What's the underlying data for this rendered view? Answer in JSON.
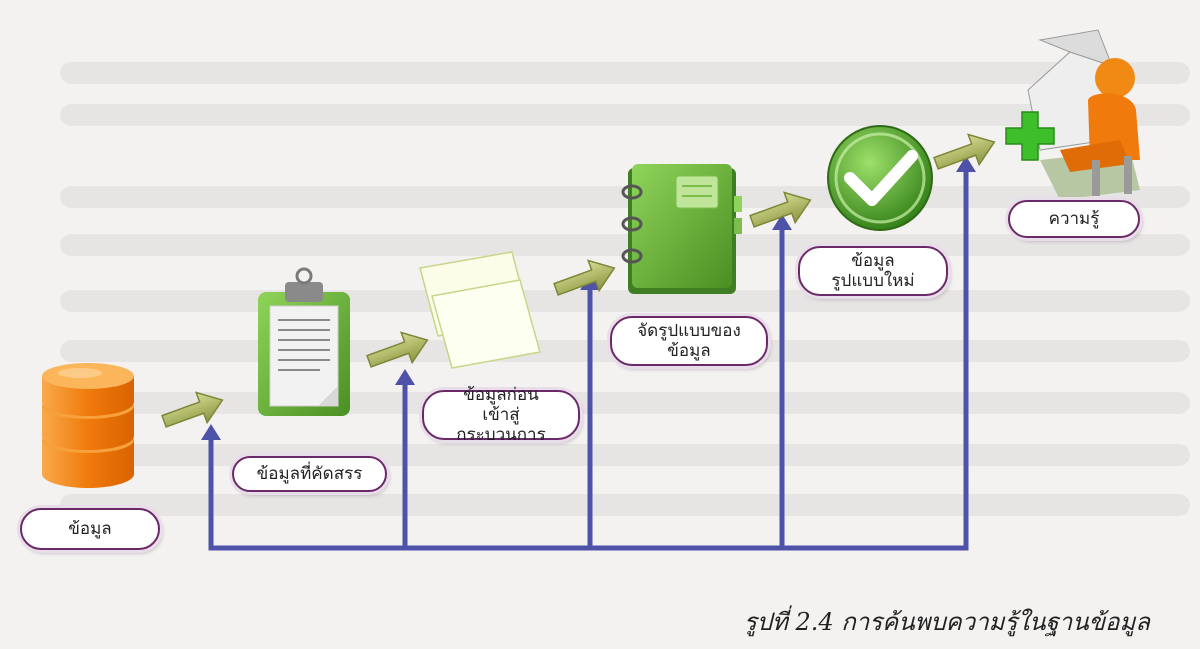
{
  "nodes": {
    "data": {
      "label": "ข้อมูล"
    },
    "selected": {
      "label": "ข้อมูลที่คัดสรร"
    },
    "preprocess": {
      "line1": "ข้อมูลก่อน",
      "line2": "เข้าสู่กระบวนการ"
    },
    "transform": {
      "line1": "จัดรูปแบบของ",
      "line2": "ข้อมูล"
    },
    "newform": {
      "line1": "ข้อมูล",
      "line2": "รูปแบบใหม่"
    },
    "knowledge": {
      "label": "ความรู้"
    }
  },
  "caption": "รูปที่ 2.4 การค้นพบความรู้ในฐานข้อมูล",
  "colors": {
    "feedback_line": "#4e52a8",
    "label_border": "#6a2a6a",
    "arrow_green": "#9aa64a",
    "database_orange": "#f28a14",
    "clipboard_green": "#6fb83a",
    "notebook_green": "#5da833",
    "check_green": "#4f9e2a",
    "plus_green": "#3cbf2a"
  },
  "icons": [
    "database-icon",
    "clipboard-icon",
    "papers-icon",
    "notebook-icon",
    "checkmark-icon",
    "reader-person-icon"
  ]
}
